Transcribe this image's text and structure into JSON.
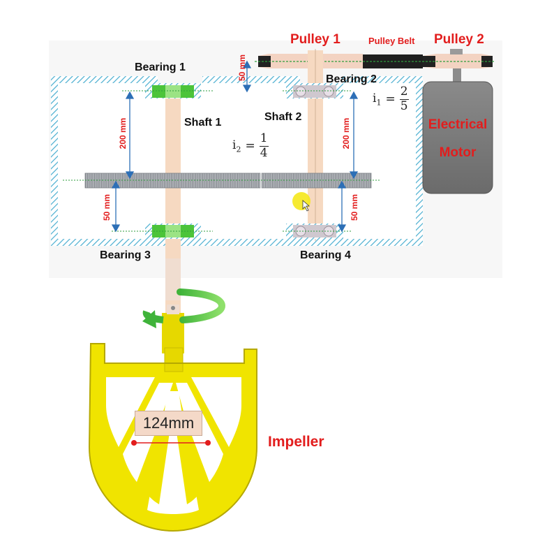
{
  "labels": {
    "pulley1": "Pulley 1",
    "pulley_belt": "Pulley Belt",
    "pulley2": "Pulley 2",
    "bearing1": "Bearing 1",
    "bearing2": "Bearing 2",
    "bearing3": "Bearing 3",
    "bearing4": "Bearing 4",
    "shaft1": "Shaft 1",
    "shaft2": "Shaft 2",
    "motor_line1": "Electrical",
    "motor_line2": "Motor",
    "impeller": "Impeller"
  },
  "dimensions": {
    "pulley_offset": "50 mm",
    "shaft1_upper": "200 mm",
    "shaft1_lower": "50 mm",
    "shaft2_upper": "200 mm",
    "shaft2_lower": "50 mm",
    "impeller_width": "124mm"
  },
  "ratios": {
    "i1": {
      "symbol": "i",
      "sub": "1",
      "num": "2",
      "den": "5"
    },
    "i2": {
      "symbol": "i",
      "sub": "2",
      "num": "1",
      "den": "4"
    }
  },
  "colors": {
    "label_red": "#e21d1d",
    "housing_blue": "#5bb8d6",
    "shaft_peach": "#f6d9c1",
    "bearing_green": "#4cc43a",
    "motor_grey": "#7a7a7a",
    "impeller_yellow": "#f0e400",
    "gear_grey": "#a6a9ae"
  }
}
